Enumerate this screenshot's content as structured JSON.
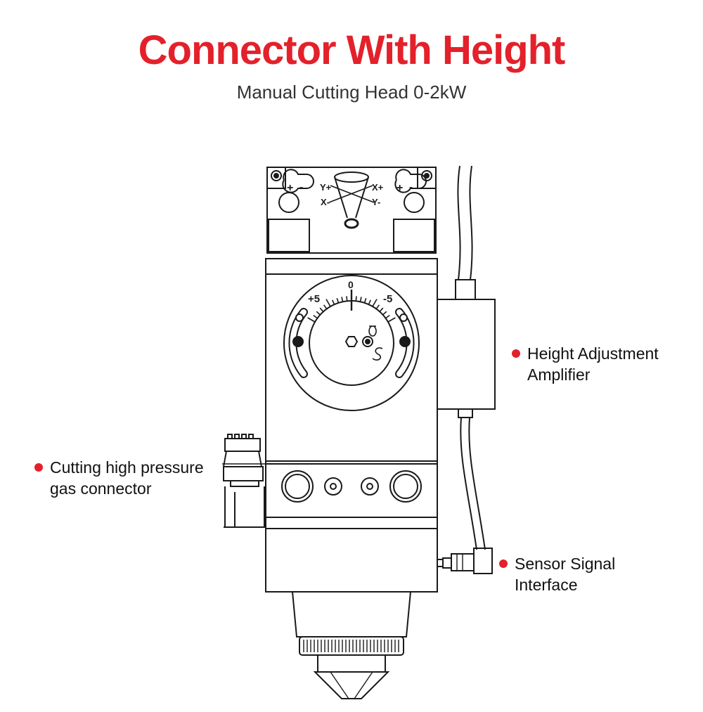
{
  "header": {
    "title": "Connector With Height",
    "subtitle": "Manual Cutting Head 0-2kW"
  },
  "colors": {
    "accent": "#e3212b",
    "line": "#1a1a1a",
    "subtitle": "#333333"
  },
  "diagram": {
    "top_marks": {
      "y_plus": "Y+",
      "x_plus": "X+",
      "x_minus": "X-",
      "y_minus": "Y-",
      "plus": "+",
      "minus": "-"
    },
    "dial": {
      "plus_label": "+5",
      "zero_label": "0",
      "minus_label": "-5"
    }
  },
  "callouts": {
    "amplifier": {
      "line1": "Height Adjustment",
      "line2": "Amplifier"
    },
    "gas": {
      "line1": "Cutting high pressure",
      "line2": "gas connector"
    },
    "sensor": {
      "line1": "Sensor Signal",
      "line2": "Interface"
    }
  }
}
